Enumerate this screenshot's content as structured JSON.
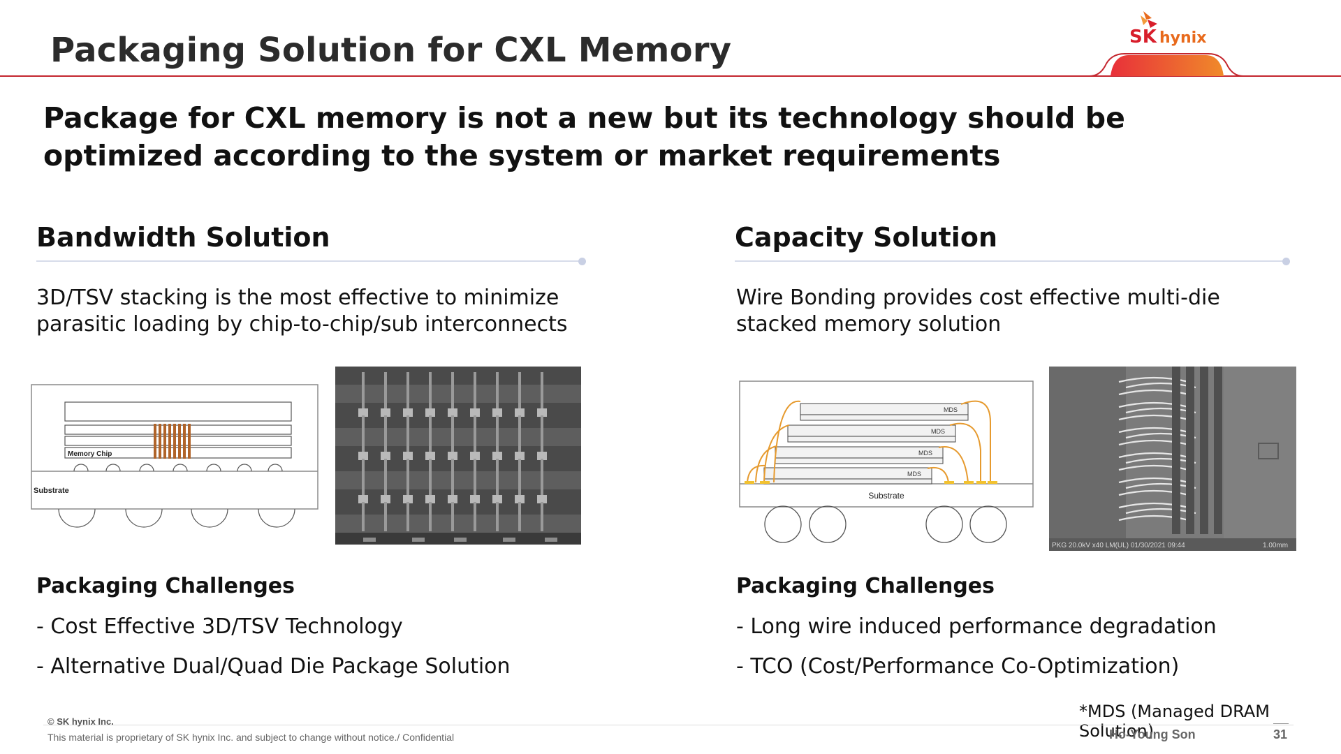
{
  "slide": {
    "title": "Packaging Solution for CXL Memory",
    "headline": "Package for CXL memory is not a new but its technology should be optimized according to the system or market requirements"
  },
  "logo": {
    "sk": "SK",
    "hynix": "hynix"
  },
  "bandwidth": {
    "title": "Bandwidth Solution",
    "description": "3D/TSV stacking is the most effective to minimize parasitic loading by chip-to-chip/sub interconnects",
    "diagram": {
      "chip_label": "Memory Chip",
      "substrate_label": "Substrate"
    },
    "challenges_title": "Packaging Challenges",
    "challenges": [
      "- Cost Effective 3D/TSV Technology",
      "- Alternative Dual/Quad Die Package Solution"
    ]
  },
  "capacity": {
    "title": "Capacity Solution",
    "description": "Wire Bonding provides cost effective multi-die stacked memory solution",
    "diagram": {
      "die_label": "MDS",
      "substrate_label": "Substrate"
    },
    "sem_caption": "PKG 20.0kV x40 LM(UL) 01/30/2021 09:44",
    "sem_scale": "1.00mm",
    "challenges_title": "Packaging Challenges",
    "challenges": [
      "- Long wire induced performance degradation",
      "- TCO (Cost/Performance Co-Optimization)"
    ]
  },
  "footer": {
    "copyright": "© SK hynix Inc.",
    "confidential": "This material is proprietary of SK hynix Inc. and subject to change without notice./ Confidential",
    "mds_note": "*MDS (Managed DRAM Solution)",
    "presenter": "Ho-Young Son",
    "page": "31"
  },
  "colors": {
    "accent_red": "#c4262e",
    "brand_orange": "#e86a1c",
    "tsv_brown": "#b0642a",
    "wire_orange": "#e69a2e"
  }
}
